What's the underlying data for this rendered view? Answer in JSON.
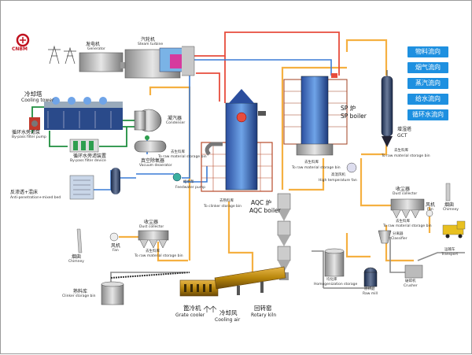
{
  "logo": {
    "text": "CNBM"
  },
  "legend": [
    "物料流向",
    "烟气流向",
    "蒸汽流向",
    "给水流向",
    "循环水流向"
  ],
  "colors": {
    "material": "#555555",
    "flue_gas": "#f5b041",
    "steam": "#e74c3c",
    "feed_water": "#3a7bd5",
    "circulating_water": "#1e8e3e",
    "legend_bg": "#1e90e0"
  },
  "labels": {
    "generator": {
      "cn": "发电机",
      "en": "Generator"
    },
    "steam_turbine": {
      "cn": "汽轮机",
      "en": "Steam turbine"
    },
    "cooling_tower": {
      "cn": "冷却塔",
      "en": "Cooling tower"
    },
    "bypass_filter_pump": {
      "cn": "循环水旁滤泵",
      "en": "By-pass filter pump"
    },
    "bypass_filter_device": {
      "cn": "循环水旁滤装置",
      "en": "By-pass filter device"
    },
    "condenser": {
      "cn": "凝汽器",
      "en": "Condenser"
    },
    "vacuum_deaerator": {
      "cn": "真空除氧器",
      "en": "Vacuum deaerator"
    },
    "feedwater_pump": {
      "cn": "给水泵",
      "en": "Feedwater pump"
    },
    "anti_penetration": {
      "cn": "反渗透+混床",
      "en": "Anti-penetration+mixed bed"
    },
    "sp_boiler": {
      "cn": "SP 炉",
      "en": "SP boiler"
    },
    "gct": {
      "cn": "增湿塔",
      "en": "GCT"
    },
    "aqc_boiler": {
      "cn": "AQC 炉",
      "en": "AQC boiler"
    },
    "to_raw_material_bin_1": "To raw material storage bin",
    "to_raw_material_bin_2": "To raw material storage bin",
    "to_raw_material_bin_3": "To raw material storage bin",
    "to_raw_material_bin_4": "To raw material storage bin",
    "to_raw_material_bin_5": "To raw material storage bin",
    "to_raw_material_cn_1": "去生料库",
    "to_raw_material_cn_2": "去生料库",
    "to_raw_material_cn_3": "去生料库",
    "to_raw_material_cn_4": "去生料库",
    "to_raw_material_cn_5": "去生料库",
    "high_temp_fan": {
      "cn": "高温风机",
      "en": "High temperature fan"
    },
    "dust_collector_right": {
      "cn": "收尘器",
      "en": "Dust collector"
    },
    "fan_right": {
      "cn": "风机",
      "en": "Fan"
    },
    "chimney_right": {
      "cn": "烟囱",
      "en": "Chimney"
    },
    "transport": {
      "cn": "运输车",
      "en": "Transport"
    },
    "classifier": {
      "cn": "分离器",
      "en": "Classifier"
    },
    "crusher": {
      "cn": "破碎机",
      "en": "Crusher"
    },
    "raw_mill": {
      "cn": "原料磨",
      "en": "Raw mill"
    },
    "homogenization": {
      "cn": "均化库",
      "en": "Homogenization storage"
    },
    "chimney_left": {
      "cn": "烟囱",
      "en": "Chimney"
    },
    "fan_left": {
      "cn": "风机",
      "en": "Fan"
    },
    "dust_collector_left": {
      "cn": "收尘器",
      "en": "Dust collector"
    },
    "clinker_storage_bin": {
      "cn": "熟料库",
      "en": "Clinker storage bin"
    },
    "to_clinker_storage": {
      "cn": "去熟料库",
      "en": "To clinker storage bin"
    },
    "grate_cooler": {
      "cn": "篦冷机",
      "en": "Grate cooler"
    },
    "cooling_air": {
      "cn": "冷却风",
      "en": "Cooling air"
    },
    "rotary_kiln": {
      "cn": "回转窑",
      "en": "Rotary kiln"
    }
  }
}
